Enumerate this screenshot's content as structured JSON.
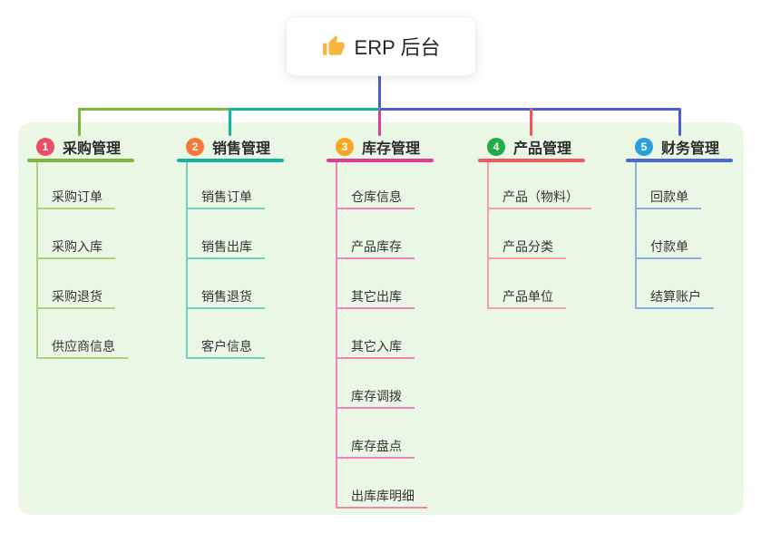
{
  "root": {
    "title": "ERP 后台",
    "icon": "thumbs-up-icon",
    "icon_color": "#f5b63e"
  },
  "panel": {
    "background": "#ebf7e5"
  },
  "connectors": {
    "stem_color": "#4a5ed2"
  },
  "branches": [
    {
      "badge": "1",
      "title": "采购管理",
      "badge_color": "#eb4e64",
      "line_color": "#7cb83c",
      "line_color_light": "#a9d37c",
      "children": [
        "采购订单",
        "采购入库",
        "采购退货",
        "供应商信息"
      ]
    },
    {
      "badge": "2",
      "title": "销售管理",
      "badge_color": "#f5793b",
      "line_color": "#14b3a4",
      "line_color_light": "#74cfc3",
      "children": [
        "销售订单",
        "销售出库",
        "销售退货",
        "客户信息"
      ]
    },
    {
      "badge": "3",
      "title": "库存管理",
      "badge_color": "#f6a623",
      "line_color": "#e23c92",
      "line_color_light": "#ee85bb",
      "children": [
        "仓库信息",
        "产品库存",
        "其它出库",
        "其它入库",
        "库存调拨",
        "库存盘点",
        "出库库明细"
      ]
    },
    {
      "badge": "4",
      "title": "产品管理",
      "badge_color": "#21ab4c",
      "line_color": "#f2575d",
      "line_color_light": "#f79fa2",
      "children": [
        "产品（物料）",
        "产品分类",
        "产品单位"
      ]
    },
    {
      "badge": "5",
      "title": "财务管理",
      "badge_color": "#2b9fdc",
      "line_color": "#4a68d8",
      "line_color_light": "#93a9e6",
      "children": [
        "回款单",
        "付款单",
        "结算账户"
      ]
    }
  ]
}
